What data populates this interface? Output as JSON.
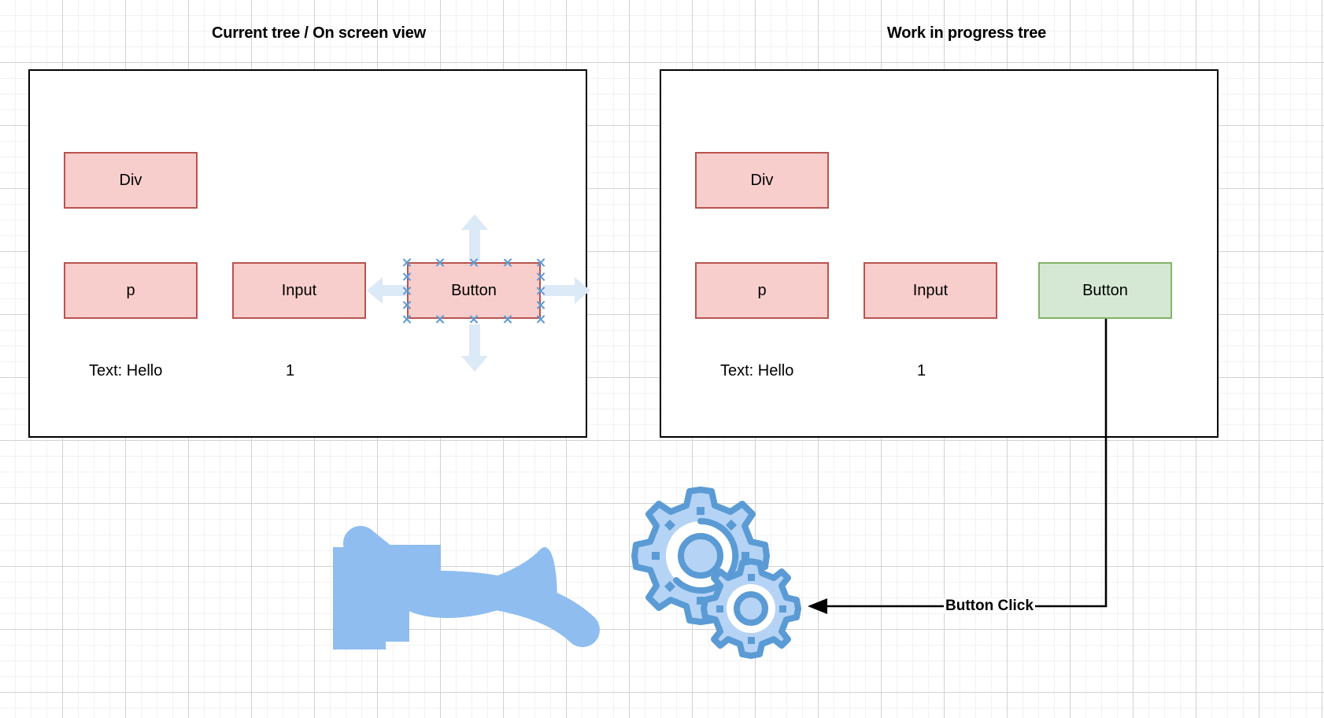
{
  "panels": [
    {
      "title": "Current tree / On screen view",
      "nodes": [
        {
          "label": "Div",
          "state": "normal"
        },
        {
          "label": "p",
          "state": "normal"
        },
        {
          "label": "Input",
          "state": "normal"
        },
        {
          "label": "Button",
          "state": "selected"
        }
      ],
      "leaf_texts": [
        {
          "label": "Text: Hello"
        },
        {
          "label": "1"
        }
      ]
    },
    {
      "title": "Work in progress tree",
      "nodes": [
        {
          "label": "Div",
          "state": "normal"
        },
        {
          "label": "p",
          "state": "normal"
        },
        {
          "label": "Input",
          "state": "normal"
        },
        {
          "label": "Button",
          "state": "updated"
        }
      ],
      "leaf_texts": [
        {
          "label": "Text: Hello"
        },
        {
          "label": "1"
        }
      ]
    }
  ],
  "connector": {
    "label": "Button Click"
  },
  "icons": {
    "gears": "gears-icon",
    "curved_arrow": "curved-back-arrow-icon",
    "move_up": "move-up-arrow-icon",
    "move_down": "move-down-arrow-icon",
    "move_left": "move-left-arrow-icon",
    "move_right": "move-right-arrow-icon"
  },
  "colors": {
    "node_fill": "#f8cecc",
    "node_border": "#b85450",
    "node_updated_fill": "#d5e8d4",
    "node_updated_border": "#82b366",
    "selection_handle": "#5b9bd5",
    "ghost_arrow": "#dce9f7",
    "icon_blue": "#8fbdf0",
    "icon_blue_dark": "#5b9bd5",
    "frame_border": "#000000",
    "grid_minor": "#f2f2f2",
    "grid_major": "#d2d2d2"
  }
}
